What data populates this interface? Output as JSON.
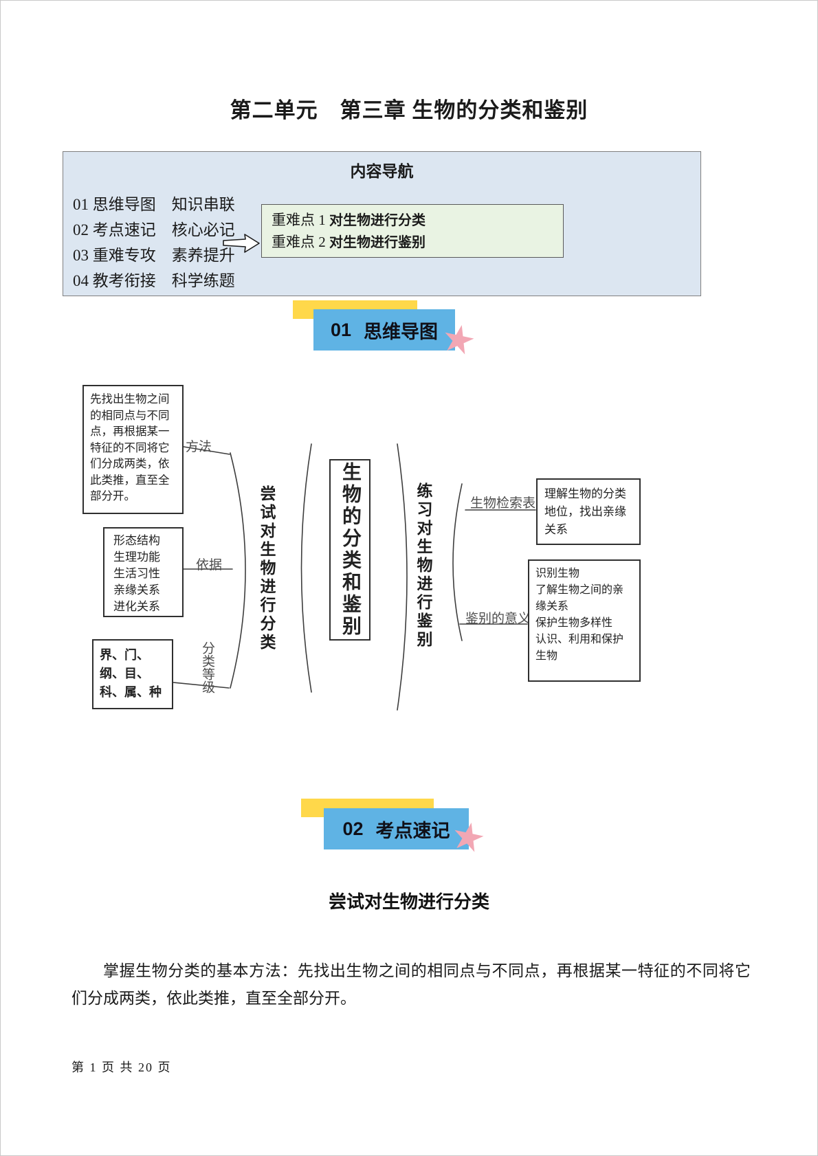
{
  "page": {
    "title": "第二单元　第三章 生物的分类和鉴别",
    "footer": "第 1 页 共 20 页"
  },
  "icons": {
    "star": "★"
  },
  "nav": {
    "title": "内容导航",
    "items": [
      "01 思维导图　知识串联",
      "02 考点速记　核心必记",
      "03 重难专攻　素养提升",
      "04 教考衔接　科学练题"
    ],
    "highlights": [
      {
        "prefix": "重难点 1 ",
        "text": "对生物进行分类"
      },
      {
        "prefix": "重难点 2 ",
        "text": "对生物进行鉴别"
      }
    ]
  },
  "sections": [
    {
      "number": "01",
      "title": "思维导图"
    },
    {
      "number": "02",
      "title": "考点速记"
    }
  ],
  "mindmap": {
    "center": "生物的分类和鉴别",
    "left": {
      "title": "尝试对生物进行分类",
      "branches": [
        {
          "label": "方法",
          "content": "先找出生物之间的相同点与不同点，再根据某一特征的不同将它们分成两类，依此类推，直至全部分开。"
        },
        {
          "label": "依据",
          "content": "形态结构\n生理功能\n生活习性\n亲缘关系\n进化关系"
        },
        {
          "label": "分类等级",
          "content": "界、门、纲、目、科、属、种"
        }
      ]
    },
    "right": {
      "title": "练习对生物进行鉴别",
      "branches": [
        {
          "label": "生物检索表",
          "content": "理解生物的分类地位，找出亲缘关系"
        },
        {
          "label": "鉴别的意义",
          "content": "识别生物\n了解生物之间的亲缘关系\n保护生物多样性\n认识、利用和保护生物"
        }
      ]
    }
  },
  "body": {
    "subtitle": "尝试对生物进行分类",
    "paragraph": "掌握生物分类的基本方法：先找出生物之间的相同点与不同点，再根据某一特征的不同将它们分成两类，依此类推，直至全部分开。"
  },
  "colors": {
    "nav_bg": "#dce6f1",
    "highlight_bg": "#e9f3e3",
    "section_blue": "#5fb3e4",
    "section_yellow": "#ffd84a",
    "star_pink": "#f2a7b4"
  }
}
